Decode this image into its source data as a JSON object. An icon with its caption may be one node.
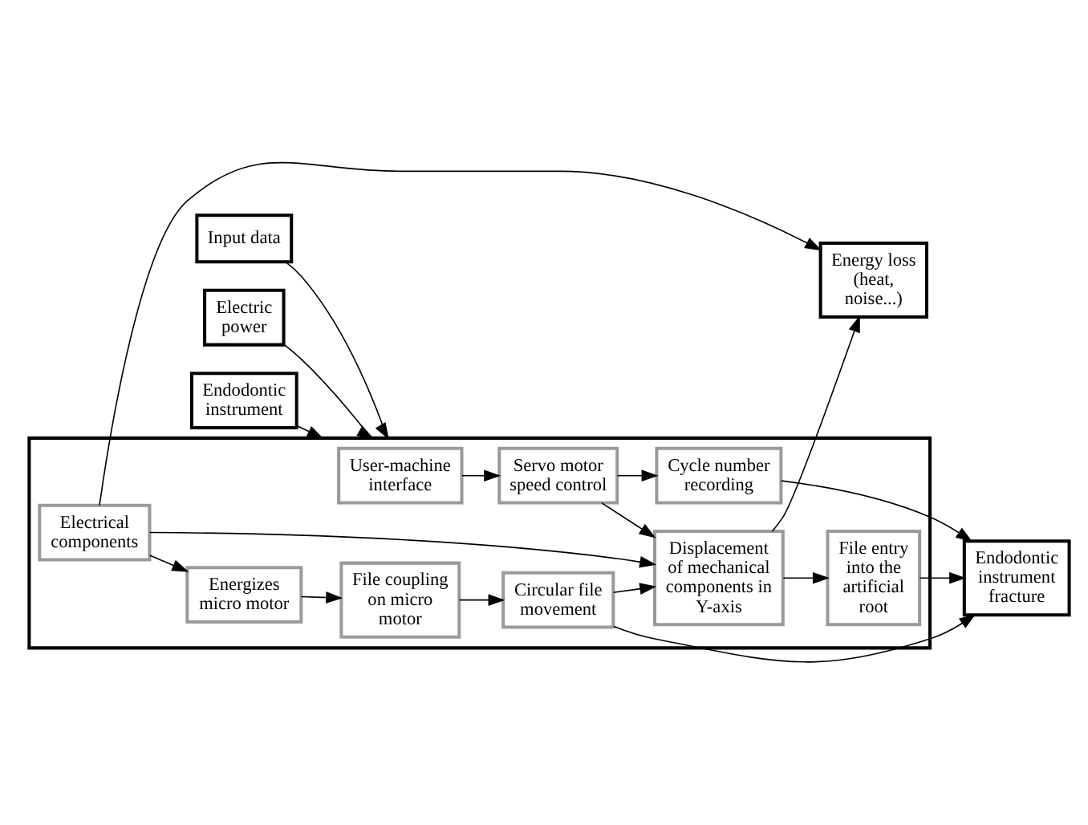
{
  "diagram": {
    "nodes": [
      {
        "text": [],
        "shape": "box"
      },
      {
        "text": [
          "Input data"
        ]
      },
      {
        "text": [
          "User-machine interface"
        ],
        "in": 0
      },
      {
        "text": [
          "Servo motor speed control"
        ],
        "in": 0
      },
      {
        "text": [
          "Cycle number recording"
        ],
        "in": 0
      },
      {
        "text": [
          "Electric power"
        ]
      },
      {
        "text": [
          "Electrical components"
        ],
        "in": 0
      },
      {
        "text": [
          "Displacement of mechanical components in Y-axis"
        ],
        "in": 0
      },
      {
        "text": [
          "File entry into the artificial root"
        ],
        "in": 0
      },
      {
        "text": [
          "Endodontic instrument fracture"
        ]
      },
      {
        "text": [
          "Energizes micro motor"
        ],
        "in": 0
      },
      {
        "text": [
          "Energy loss (heat, noise...)"
        ]
      },
      {
        "text": [
          "Endodontic instrument"
        ]
      },
      {
        "text": [
          "File coupling on micro motor"
        ],
        "in": 0
      },
      {
        "text": [
          "Circular file movement"
        ],
        "in": 0
      }
    ],
    "edges": [
      {
        "from": 1,
        "to": 0,
        "arrow": "to"
      },
      {
        "from": 2,
        "to": 3,
        "arrow": "to"
      },
      {
        "from": 3,
        "to": 4,
        "arrow": "to"
      },
      {
        "from": 4,
        "to": 9,
        "arrow": "to"
      },
      {
        "from": 3,
        "to": 7,
        "arrow": "to"
      },
      {
        "from": 5,
        "to": 0,
        "arrow": "to"
      },
      {
        "from": 6,
        "to": 7,
        "arrow": "to"
      },
      {
        "from": 7,
        "to": 8,
        "arrow": "to"
      },
      {
        "from": 8,
        "to": 9,
        "arrow": "to"
      },
      {
        "from": 6,
        "to": 10,
        "arrow": "to"
      },
      {
        "from": 6,
        "to": 11,
        "arrow": "to"
      },
      {
        "from": 7,
        "to": 11,
        "arrow": "to"
      },
      {
        "from": 10,
        "to": 13,
        "arrow": "to"
      },
      {
        "from": 12,
        "to": 0,
        "arrow": "to"
      },
      {
        "from": 13,
        "to": 14,
        "arrow": "to"
      },
      {
        "from": 14,
        "to": 7,
        "arrow": "to"
      },
      {
        "from": 14,
        "to": 9,
        "arrow": "to"
      }
    ]
  }
}
